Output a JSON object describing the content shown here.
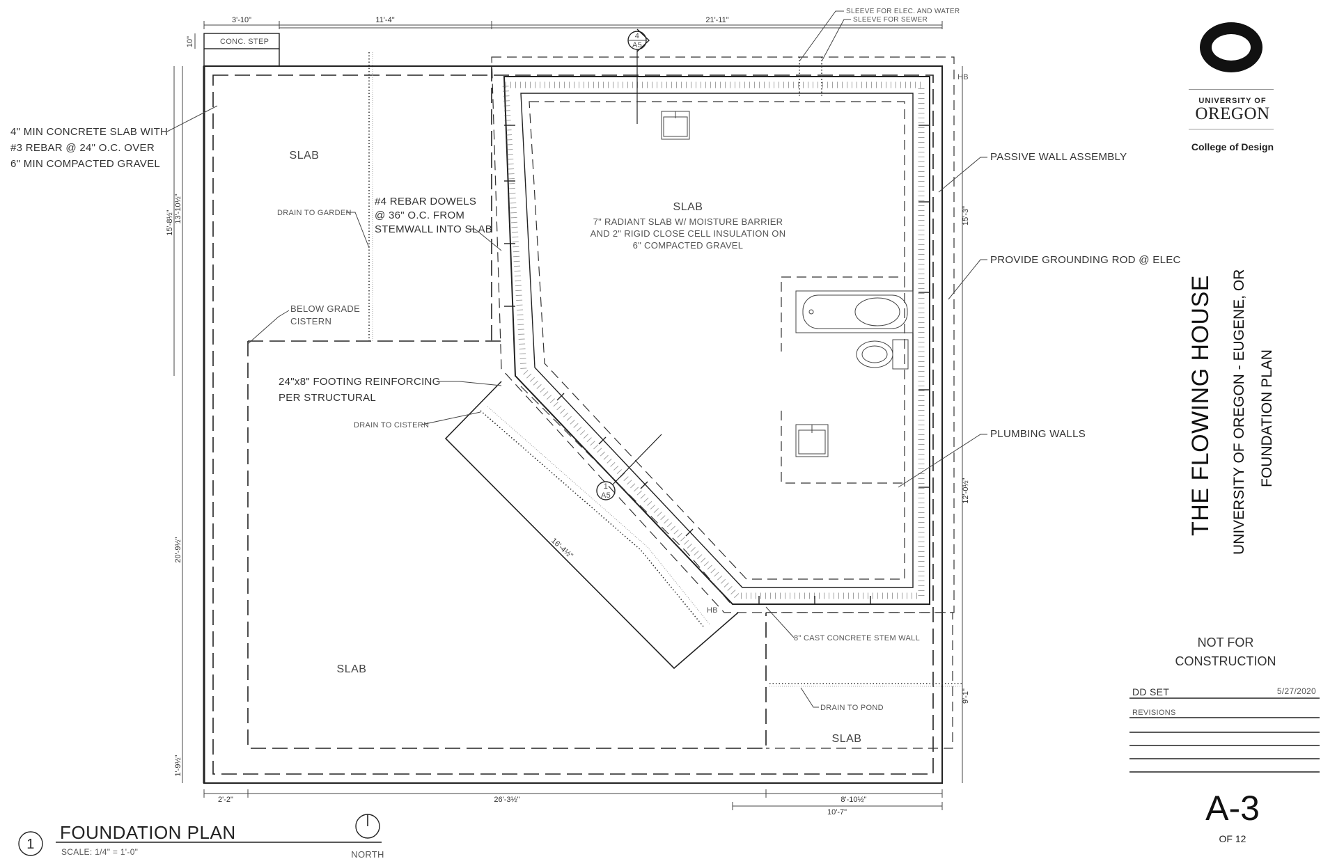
{
  "drawing": {
    "title": "FOUNDATION PLAN",
    "number": "1",
    "scale": "SCALE: 1/4\" = 1'-0\"",
    "north": "NORTH",
    "rooms": {
      "slab_upper_left": "SLAB",
      "slab_main": "SLAB",
      "slab_lower_left": "SLAB",
      "slab_lower_right": "SLAB"
    },
    "notes": {
      "concrete_slab": [
        "4\" MIN CONCRETE SLAB WITH",
        "#3 REBAR @ 24\" O.C. OVER",
        "6\" MIN COMPACTED GRAVEL"
      ],
      "conc_step": "CONC. STEP",
      "drain_to_garden": "DRAIN TO GARDEN",
      "rebar_dowels": [
        "#4 REBAR DOWELS",
        "@ 36\" O.C. FROM",
        "STEMWALL INTO SLAB"
      ],
      "radiant_slab": [
        "7\" RADIANT SLAB W/ MOISTURE BARRIER",
        "AND 2\" RIGID CLOSE CELL INSULATION ON",
        "6\" COMPACTED GRAVEL"
      ],
      "cistern": [
        "BELOW GRADE",
        "CISTERN"
      ],
      "footing": [
        "24\"x8\" FOOTING REINFORCING",
        "PER STRUCTURAL"
      ],
      "drain_to_cistern": "DRAIN TO CISTERN",
      "passive_wall": "PASSIVE WALL ASSEMBLY",
      "grounding_rod": "PROVIDE GROUNDING ROD @ ELEC",
      "plumbing_walls": "PLUMBING WALLS",
      "sleeve_elec": "SLEEVE FOR ELEC. AND WATER",
      "sleeve_sewer": "SLEEVE FOR SEWER",
      "stem_wall": "8\" CAST CONCRETE STEM WALL",
      "drain_to_pond": "DRAIN TO POND",
      "hose_bib_top": "HB",
      "hose_bib_bottom": "HB"
    },
    "dimensions": {
      "top_1": "3'-10\"",
      "top_2": "11'-4\"",
      "top_3": "21'-11\"",
      "step_depth": "10\"",
      "left_upper_outer": "15'-8½\"",
      "left_upper_inner": "13'-10½\"",
      "left_lower": "20'-9½\"",
      "left_bottom": "1'-9½\"",
      "right_upper": "15'-3\"",
      "right_middle": "12'-0½\"",
      "right_lower": "9'-1\"",
      "angled_wall": "16'-4½\"",
      "bottom_1": "2'-2\"",
      "bottom_2": "26'-3½\"",
      "bottom_3": "8'-10½\"",
      "bottom_overall": "10'-7\"",
      "section_top_num": "4",
      "section_top_sheet": "A5",
      "section_mid_num": "1",
      "section_mid_sheet": "A5"
    }
  },
  "title_block": {
    "logo_line1": "UNIVERSITY OF",
    "logo_line2": "OREGON",
    "college": "College of Design",
    "project": "THE FLOWING HOUSE",
    "location": "UNIVERSITY OF OREGON - EUGENE, OR",
    "sheet_title": "FOUNDATION PLAN",
    "not_for_construction": [
      "NOT FOR",
      "CONSTRUCTION"
    ],
    "set": "DD SET",
    "date": "5/27/2020",
    "revisions": "REVISIONS",
    "sheet_number": "A-3",
    "sheet_total": "OF 12"
  }
}
